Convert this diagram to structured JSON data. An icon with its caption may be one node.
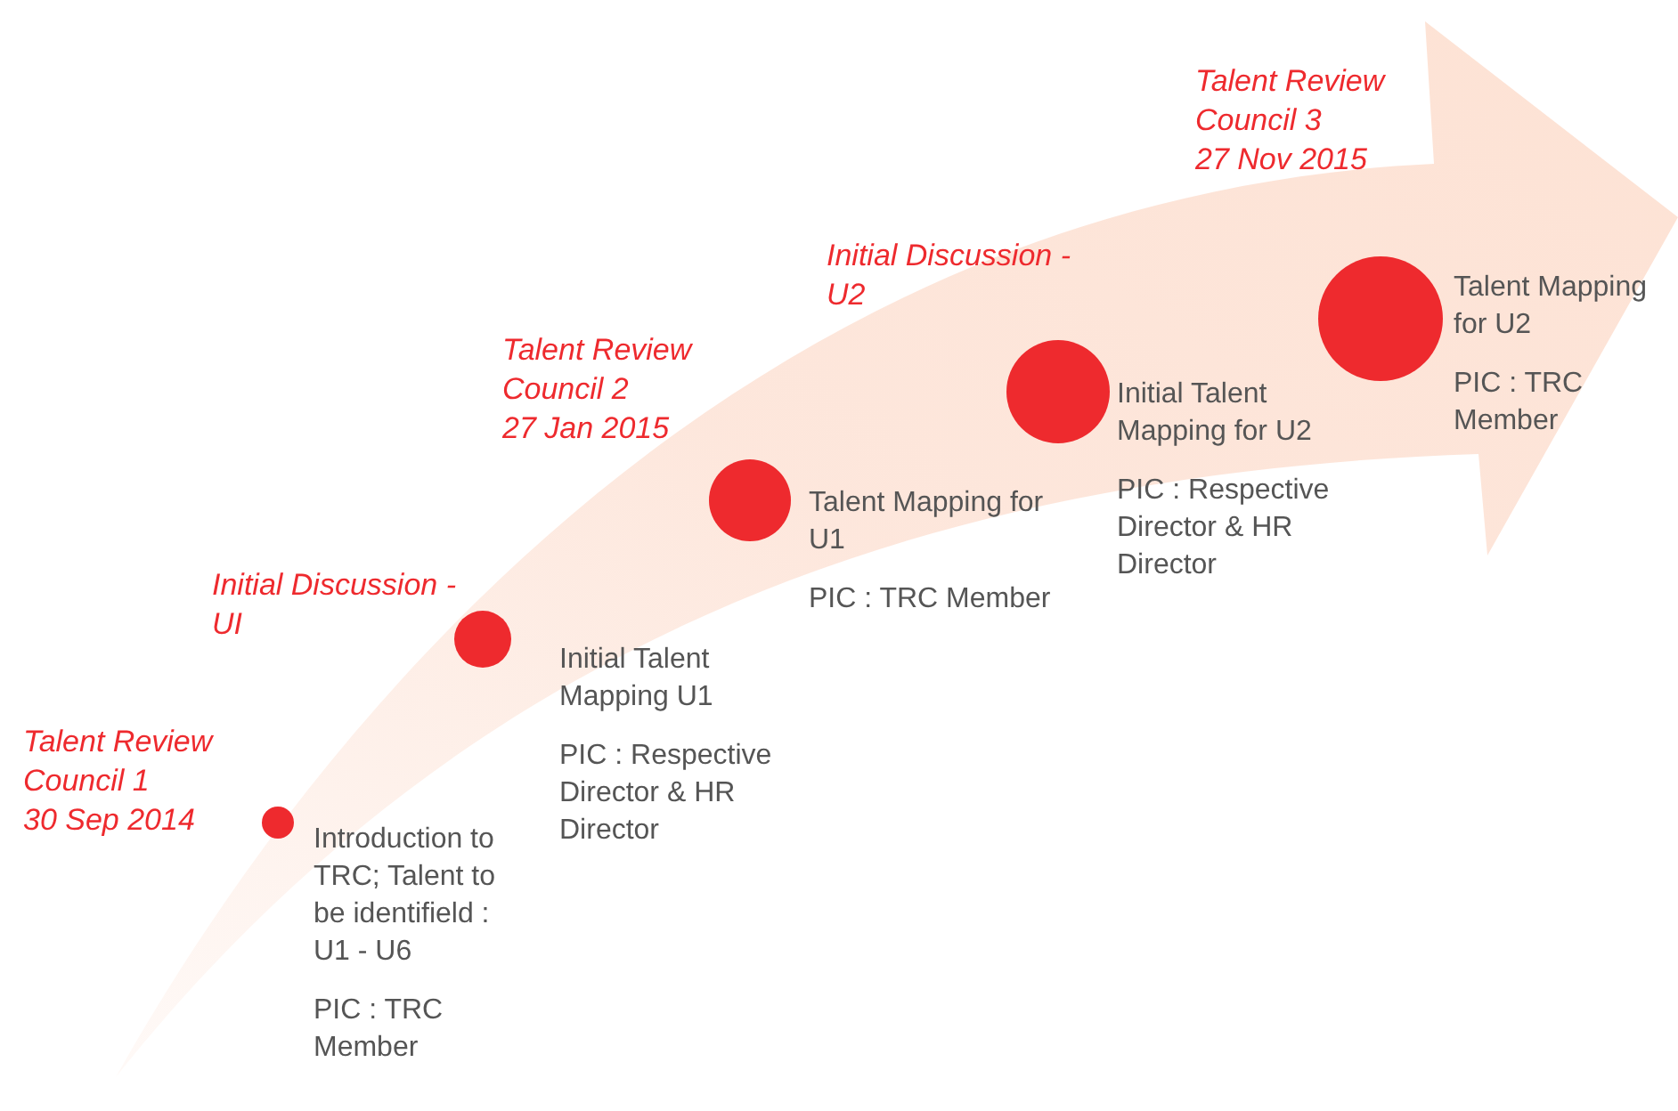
{
  "diagram": {
    "nodes": [
      {
        "text": [],
        "shape": "circle",
        "beside": [
          "Introduction to TRC; Talent to be identifield : U1 - U6",
          "PIC : TRC Member"
        ]
      },
      {
        "text": [],
        "shape": "circle",
        "beside": [
          "Initial Talent Mapping U1",
          "PIC : Respective Director & HR Director"
        ]
      },
      {
        "text": [],
        "shape": "circle",
        "beside": [
          "Talent Mapping for U1",
          "PIC : TRC Member"
        ]
      },
      {
        "text": [],
        "shape": "circle",
        "beside": [
          "Initial Talent Mapping for U2",
          "PIC : Respective Director & HR Director"
        ]
      },
      {
        "text": [],
        "shape": "circle",
        "beside": [
          "Talent Mapping for U2",
          "PIC : TRC Member"
        ]
      }
    ],
    "labels": [
      "Talent Review Council 1",
      "30 Sep 2014",
      "Initial Discussion -UI",
      "Talent Review Council 2",
      "27 Jan 2015",
      "Initial Discussion - U2",
      "Talent Review Council 3",
      "27 Nov 2015"
    ]
  }
}
